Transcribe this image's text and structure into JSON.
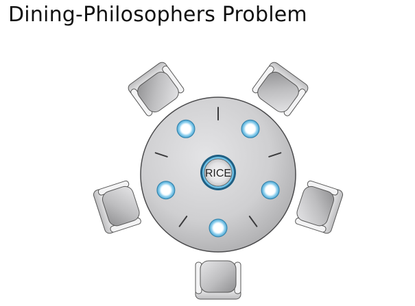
{
  "title": "Dining-Philosophers Problem",
  "bowl": {
    "label": "RICE"
  },
  "counts": {
    "philosophers": 5,
    "plates": 5,
    "chopsticks": 5
  },
  "colors": {
    "table": "#c8c8ca",
    "plate_ring": "#6ec0e6",
    "chair": "#bfbfc1",
    "background": "#ffffff"
  }
}
